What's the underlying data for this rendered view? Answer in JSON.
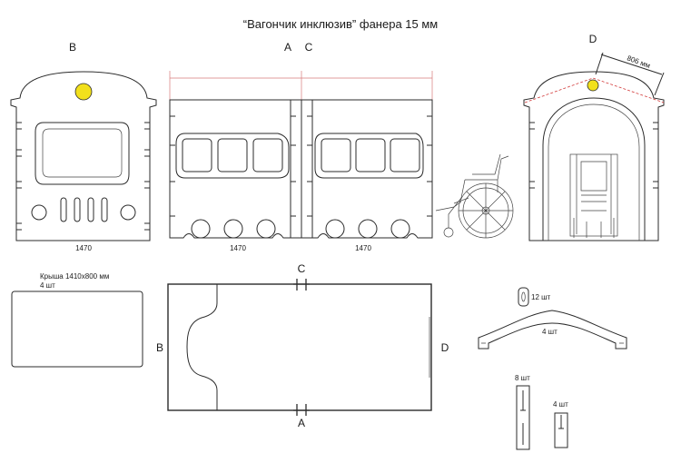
{
  "title": "“Вагончик инклюзив” фанера 15 мм",
  "colors": {
    "accent_yellow": "#f2e01c",
    "line": "#2b2b2b",
    "dim_red": "#d23a3a"
  },
  "views": {
    "front": {
      "label": "B",
      "width_label": "1470"
    },
    "side": {
      "label_a": "A",
      "label_c": "C",
      "width_label_left": "1470",
      "width_label_right": "1470"
    },
    "back": {
      "label": "D",
      "arc_label": "806 мм"
    }
  },
  "roof": {
    "label": "Крыша 1410х800 мм",
    "count": "4 шт"
  },
  "plan": {
    "top": "C",
    "bottom": "A",
    "left": "B",
    "right": "D"
  },
  "parts": {
    "clip_count": "12 шт",
    "rib_count": "4 шт",
    "post_tall_count": "8 шт",
    "post_short_count": "4 шт"
  },
  "icons": [
    "wheelchair-side-icon",
    "wheelchair-front-icon"
  ]
}
